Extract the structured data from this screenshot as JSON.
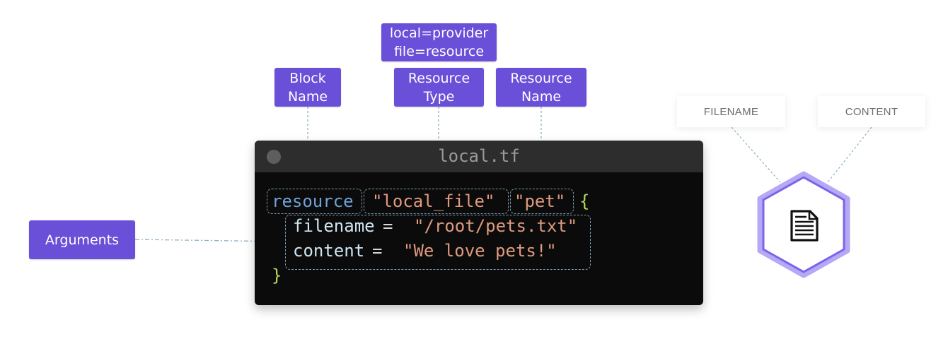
{
  "labels": {
    "provider_note_line1": "local=provider",
    "provider_note_line2": "file=resource",
    "block_name_line1": "Block",
    "block_name_line2": "Name",
    "resource_type_line1": "Resource",
    "resource_type_line2": "Type",
    "resource_name_line1": "Resource",
    "resource_name_line2": "Name",
    "arguments": "Arguments"
  },
  "editor": {
    "filename": "local.tf",
    "code": {
      "keyword": "resource",
      "resource_type": "\"local_file\"",
      "resource_name": "\"pet\"",
      "open_brace": "{",
      "arg1_name": "filename",
      "arg1_value": "\"/root/pets.txt\"",
      "arg2_name": "content",
      "arg2_value": "\"We love pets!\"",
      "equals": "=",
      "close_brace": "}"
    }
  },
  "file_node": {
    "attr1": "FILENAME",
    "attr2": "CONTENT",
    "icon": "document-icon",
    "accent_color": "#8a72f0"
  },
  "colors": {
    "label_bg": "#6a4fd8",
    "keyword": "#6fa3d8",
    "string": "#e09a7e",
    "brace": "#b7d75c"
  }
}
